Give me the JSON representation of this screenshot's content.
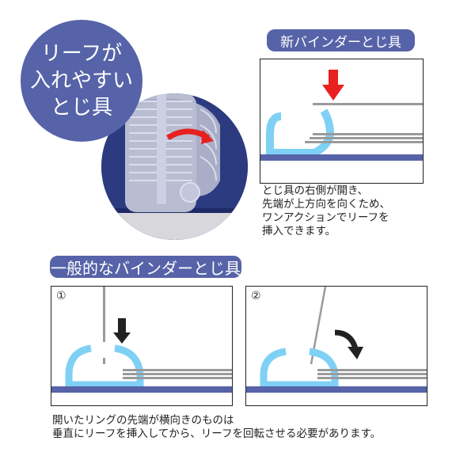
{
  "callout": {
    "lines": [
      "リーフが",
      "入れやすい",
      "とじ具"
    ],
    "color": "#5663a8"
  },
  "new_binder": {
    "label": "新バインダーとじ具",
    "description": "とじ具の右側が開き、\n先端が上方向を向くため、\nワンアクションでリーフを\n挿入できます。",
    "arrow_color": "#e8201f",
    "ring_color": "#7fd0f5",
    "base_color": "#5663a8"
  },
  "general_binder": {
    "label": "一般的なバインダーとじ具",
    "steps": [
      {
        "number": "①"
      },
      {
        "number": "②"
      }
    ],
    "description": "開いたリングの先端が横向きのものは\n垂直にリーフを挿入してから、リーフを回転させる必要があります。"
  }
}
